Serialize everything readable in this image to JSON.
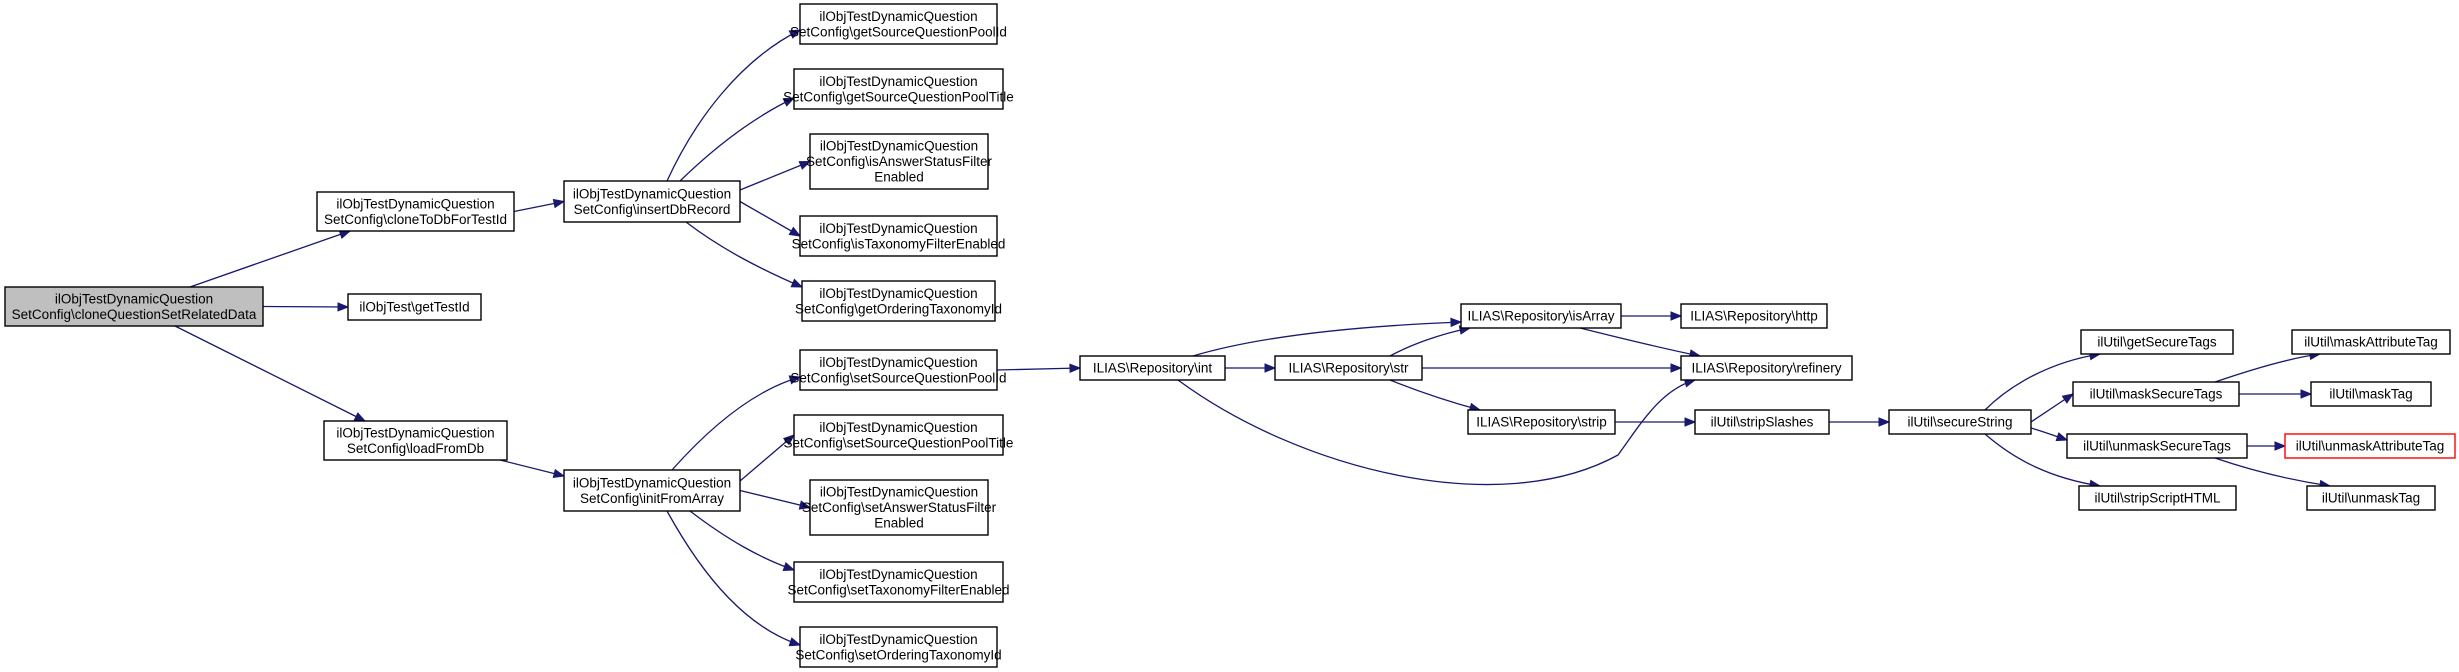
{
  "colors": {
    "node_fill": "#ffffff",
    "node_border": "#000000",
    "root_fill": "#bfbfbf",
    "missing_border": "#ff0000",
    "edge": "#191970"
  },
  "nodes": [
    {
      "id": "cloneQSRD",
      "lines": [
        "ilObjTestDynamicQuestion",
        "SetConfig\\cloneQuestionSetRelatedData"
      ],
      "root": true
    },
    {
      "id": "cloneToDb",
      "lines": [
        "ilObjTestDynamicQuestion",
        "SetConfig\\cloneToDbForTestId"
      ]
    },
    {
      "id": "getTestId",
      "lines": [
        "ilObjTest\\getTestId"
      ]
    },
    {
      "id": "loadFromDb",
      "lines": [
        "ilObjTestDynamicQuestion",
        "SetConfig\\loadFromDb"
      ]
    },
    {
      "id": "insertDbRecord",
      "lines": [
        "ilObjTestDynamicQuestion",
        "SetConfig\\insertDbRecord"
      ]
    },
    {
      "id": "initFromArray",
      "lines": [
        "ilObjTestDynamicQuestion",
        "SetConfig\\initFromArray"
      ]
    },
    {
      "id": "getSQPId",
      "lines": [
        "ilObjTestDynamicQuestion",
        "SetConfig\\getSourceQuestionPoolId"
      ]
    },
    {
      "id": "getSQPTitle",
      "lines": [
        "ilObjTestDynamicQuestion",
        "SetConfig\\getSourceQuestionPoolTitle"
      ]
    },
    {
      "id": "isASFE",
      "lines": [
        "ilObjTestDynamicQuestion",
        "SetConfig\\isAnswerStatusFilter",
        "Enabled"
      ]
    },
    {
      "id": "isTFE",
      "lines": [
        "ilObjTestDynamicQuestion",
        "SetConfig\\isTaxonomyFilterEnabled"
      ]
    },
    {
      "id": "getOTId",
      "lines": [
        "ilObjTestDynamicQuestion",
        "SetConfig\\getOrderingTaxonomyId"
      ]
    },
    {
      "id": "setSQPId",
      "lines": [
        "ilObjTestDynamicQuestion",
        "SetConfig\\setSourceQuestionPoolId"
      ]
    },
    {
      "id": "setSQPTitle",
      "lines": [
        "ilObjTestDynamicQuestion",
        "SetConfig\\setSourceQuestionPoolTitle"
      ]
    },
    {
      "id": "setASFE",
      "lines": [
        "ilObjTestDynamicQuestion",
        "SetConfig\\setAnswerStatusFilter",
        "Enabled"
      ]
    },
    {
      "id": "setTFE",
      "lines": [
        "ilObjTestDynamicQuestion",
        "SetConfig\\setTaxonomyFilterEnabled"
      ]
    },
    {
      "id": "setOTId",
      "lines": [
        "ilObjTestDynamicQuestion",
        "SetConfig\\setOrderingTaxonomyId"
      ]
    },
    {
      "id": "repoInt",
      "lines": [
        "ILIAS\\Repository\\int"
      ]
    },
    {
      "id": "repoStr",
      "lines": [
        "ILIAS\\Repository\\str"
      ]
    },
    {
      "id": "repoIsArray",
      "lines": [
        "ILIAS\\Repository\\isArray"
      ]
    },
    {
      "id": "repoHttp",
      "lines": [
        "ILIAS\\Repository\\http"
      ]
    },
    {
      "id": "repoRefinery",
      "lines": [
        "ILIAS\\Repository\\refinery"
      ]
    },
    {
      "id": "repoStrip",
      "lines": [
        "ILIAS\\Repository\\strip"
      ]
    },
    {
      "id": "stripSlashes",
      "lines": [
        "ilUtil\\stripSlashes"
      ]
    },
    {
      "id": "secureString",
      "lines": [
        "ilUtil\\secureString"
      ]
    },
    {
      "id": "getSecureTags",
      "lines": [
        "ilUtil\\getSecureTags"
      ]
    },
    {
      "id": "maskSecureTags",
      "lines": [
        "ilUtil\\maskSecureTags"
      ]
    },
    {
      "id": "unmaskSecureTags",
      "lines": [
        "ilUtil\\unmaskSecureTags"
      ]
    },
    {
      "id": "stripScriptHTML",
      "lines": [
        "ilUtil\\stripScriptHTML"
      ]
    },
    {
      "id": "maskAttributeTag",
      "lines": [
        "ilUtil\\maskAttributeTag"
      ]
    },
    {
      "id": "maskTag",
      "lines": [
        "ilUtil\\maskTag"
      ]
    },
    {
      "id": "unmaskAttributeTag",
      "lines": [
        "ilUtil\\unmaskAttributeTag"
      ],
      "missing": true
    },
    {
      "id": "unmaskTag",
      "lines": [
        "ilUtil\\unmaskTag"
      ]
    }
  ],
  "edges": [
    {
      "from": "cloneQSRD",
      "to": "cloneToDb"
    },
    {
      "from": "cloneQSRD",
      "to": "getTestId"
    },
    {
      "from": "cloneQSRD",
      "to": "loadFromDb"
    },
    {
      "from": "cloneToDb",
      "to": "insertDbRecord"
    },
    {
      "from": "loadFromDb",
      "to": "initFromArray"
    },
    {
      "from": "insertDbRecord",
      "to": "getSQPId"
    },
    {
      "from": "insertDbRecord",
      "to": "getSQPTitle"
    },
    {
      "from": "insertDbRecord",
      "to": "isASFE"
    },
    {
      "from": "insertDbRecord",
      "to": "isTFE"
    },
    {
      "from": "insertDbRecord",
      "to": "getOTId"
    },
    {
      "from": "initFromArray",
      "to": "setSQPId"
    },
    {
      "from": "initFromArray",
      "to": "setSQPTitle"
    },
    {
      "from": "initFromArray",
      "to": "setASFE"
    },
    {
      "from": "initFromArray",
      "to": "setTFE"
    },
    {
      "from": "initFromArray",
      "to": "setOTId"
    },
    {
      "from": "setSQPId",
      "to": "repoInt"
    },
    {
      "from": "repoInt",
      "to": "repoStr"
    },
    {
      "from": "repoInt",
      "to": "repoIsArray"
    },
    {
      "from": "repoInt",
      "to": "repoRefinery"
    },
    {
      "from": "repoStr",
      "to": "repoIsArray"
    },
    {
      "from": "repoStr",
      "to": "repoRefinery"
    },
    {
      "from": "repoStr",
      "to": "repoStrip"
    },
    {
      "from": "repoIsArray",
      "to": "repoHttp"
    },
    {
      "from": "repoIsArray",
      "to": "repoRefinery"
    },
    {
      "from": "repoStrip",
      "to": "stripSlashes"
    },
    {
      "from": "stripSlashes",
      "to": "secureString"
    },
    {
      "from": "secureString",
      "to": "getSecureTags"
    },
    {
      "from": "secureString",
      "to": "maskSecureTags"
    },
    {
      "from": "secureString",
      "to": "unmaskSecureTags"
    },
    {
      "from": "secureString",
      "to": "stripScriptHTML"
    },
    {
      "from": "maskSecureTags",
      "to": "maskAttributeTag"
    },
    {
      "from": "maskSecureTags",
      "to": "maskTag"
    },
    {
      "from": "unmaskSecureTags",
      "to": "unmaskAttributeTag"
    },
    {
      "from": "unmaskSecureTags",
      "to": "unmaskTag"
    }
  ]
}
